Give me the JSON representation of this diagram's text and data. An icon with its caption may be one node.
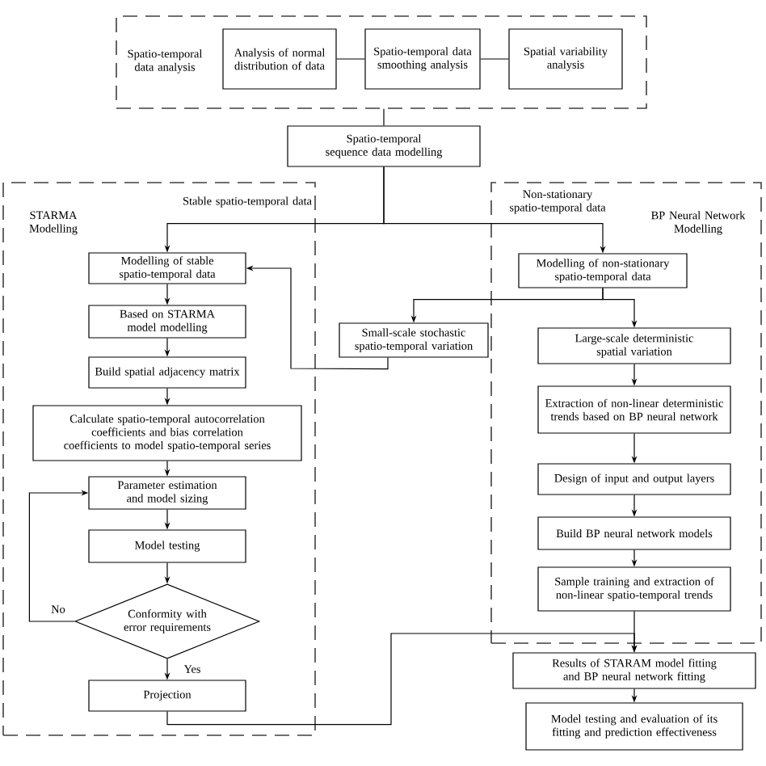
{
  "diagram": {
    "nodes": [
      {
        "text": [
          "Spatio-temporal data analysis"
        ]
      },
      {
        "text": [
          "Analysis of normal distribution of data"
        ],
        "in": 0
      },
      {
        "text": [
          "Spatio-temporal data smoothing analysis"
        ],
        "in": 0
      },
      {
        "text": [
          "Spatial variability analysis"
        ],
        "in": 0
      },
      {
        "text": [
          "Spatio-temporal sequence data modelling"
        ]
      },
      {
        "text": [
          "STARMA Modelling"
        ]
      },
      {
        "text": [
          "Modelling of stable spatio-temporal data"
        ],
        "in": 5
      },
      {
        "text": [
          "Based on STARMA model modelling"
        ],
        "in": 5
      },
      {
        "text": [
          "Build spatial adjacency matrix"
        ],
        "in": 5
      },
      {
        "text": [
          "Calculate spatio-temporal autocorrelation coefficients and bias correlation coefficients to model spatio-temporal series"
        ],
        "in": 5
      },
      {
        "text": [
          "Parameter estimation and model sizing"
        ],
        "in": 5
      },
      {
        "text": [
          "Model testing"
        ],
        "in": 5
      },
      {
        "text": [
          "Conformity with error requirements"
        ],
        "in": 5
      },
      {
        "text": [
          "Projection"
        ],
        "in": 5
      },
      {
        "text": [
          "Small-scale stochastic spatio-temporal variation"
        ]
      },
      {
        "text": [
          "BP Neural Network Modelling"
        ]
      },
      {
        "text": [
          "Modelling of non-stationary spatio-temporal data"
        ],
        "in": 15
      },
      {
        "text": [
          "Large-scale deterministic spatial variation"
        ],
        "in": 15
      },
      {
        "text": [
          "Extraction of non-linear deterministic trends based on BP neural network"
        ],
        "in": 15
      },
      {
        "text": [
          "Design of input and output layers"
        ],
        "in": 15
      },
      {
        "text": [
          "Build BP neural network models"
        ],
        "in": 15
      },
      {
        "text": [
          "Sample training and extraction of non-linear spatio-temporal trends"
        ],
        "in": 15
      },
      {
        "text": [
          "Results of STARAM model fitting and BP neural network fitting"
        ]
      },
      {
        "text": [
          "Model testing and evaluation of its fitting and prediction effectiveness"
        ]
      }
    ],
    "edges": [
      {
        "from": 0,
        "to": 4,
        "arrow": "none"
      },
      {
        "from": 1,
        "to": 2,
        "arrow": "none"
      },
      {
        "from": 2,
        "to": 3,
        "arrow": "none"
      },
      {
        "from": 4,
        "to": 6,
        "arrow": "to",
        "label": "Stable spatio-temporal data"
      },
      {
        "from": 4,
        "to": 16,
        "arrow": "to",
        "label": "Non-stationary spatio-temporal data"
      },
      {
        "from": 6,
        "to": 7,
        "arrow": "to"
      },
      {
        "from": 7,
        "to": 8,
        "arrow": "to"
      },
      {
        "from": 8,
        "to": 9,
        "arrow": "to"
      },
      {
        "from": 9,
        "to": 10,
        "arrow": "to"
      },
      {
        "from": 10,
        "to": 11,
        "arrow": "to"
      },
      {
        "from": 11,
        "to": 12,
        "arrow": "to"
      },
      {
        "from": 12,
        "to": 10,
        "arrow": "to",
        "label": "No"
      },
      {
        "from": 12,
        "to": 13,
        "arrow": "to",
        "label": "Yes"
      },
      {
        "from": 16,
        "to": 14,
        "arrow": "to"
      },
      {
        "from": 16,
        "to": 17,
        "arrow": "to"
      },
      {
        "from": 14,
        "to": 6,
        "arrow": "to"
      },
      {
        "from": 17,
        "to": 18,
        "arrow": "to"
      },
      {
        "from": 18,
        "to": 19,
        "arrow": "to"
      },
      {
        "from": 19,
        "to": 20,
        "arrow": "to"
      },
      {
        "from": 20,
        "to": 21,
        "arrow": "to"
      },
      {
        "from": 21,
        "to": 22,
        "arrow": "to"
      },
      {
        "from": 13,
        "to": 22,
        "arrow": "to"
      },
      {
        "from": 22,
        "to": 23,
        "arrow": "to"
      }
    ]
  }
}
